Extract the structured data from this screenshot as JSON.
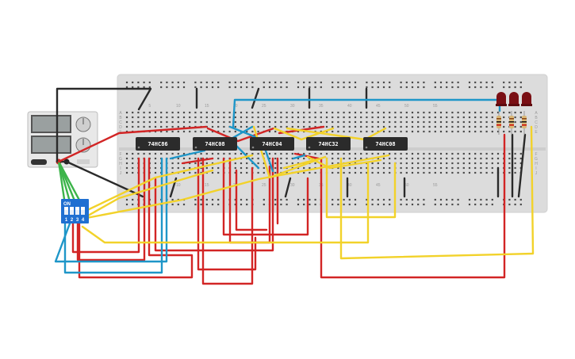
{
  "chips": [
    {
      "label": "74HC86"
    },
    {
      "label": "74HC08"
    },
    {
      "label": "74HC04"
    },
    {
      "label": "74HC32"
    },
    {
      "label": "74HC08"
    }
  ],
  "dip_switch": {
    "on_label": "ON",
    "positions": [
      "1",
      "2",
      "3",
      "4"
    ]
  },
  "breadboard": {
    "row_letters_top": [
      "A",
      "B",
      "C",
      "D",
      "E"
    ],
    "row_letters_bottom": [
      "F",
      "G",
      "H",
      "I",
      "J"
    ],
    "column_numbers": [
      "5",
      "10",
      "15",
      "20",
      "25",
      "30",
      "35",
      "40",
      "45",
      "50",
      "55"
    ]
  },
  "leds": {
    "count": 3,
    "color": "#7a0f14"
  },
  "colors": {
    "red": "#d22525",
    "yellow": "#f2d22a",
    "blue": "#1e96c8",
    "black": "#2a2a2a",
    "green": "#3cb44a",
    "board": "#dcdcdc",
    "dip": "#1f6fd1"
  }
}
